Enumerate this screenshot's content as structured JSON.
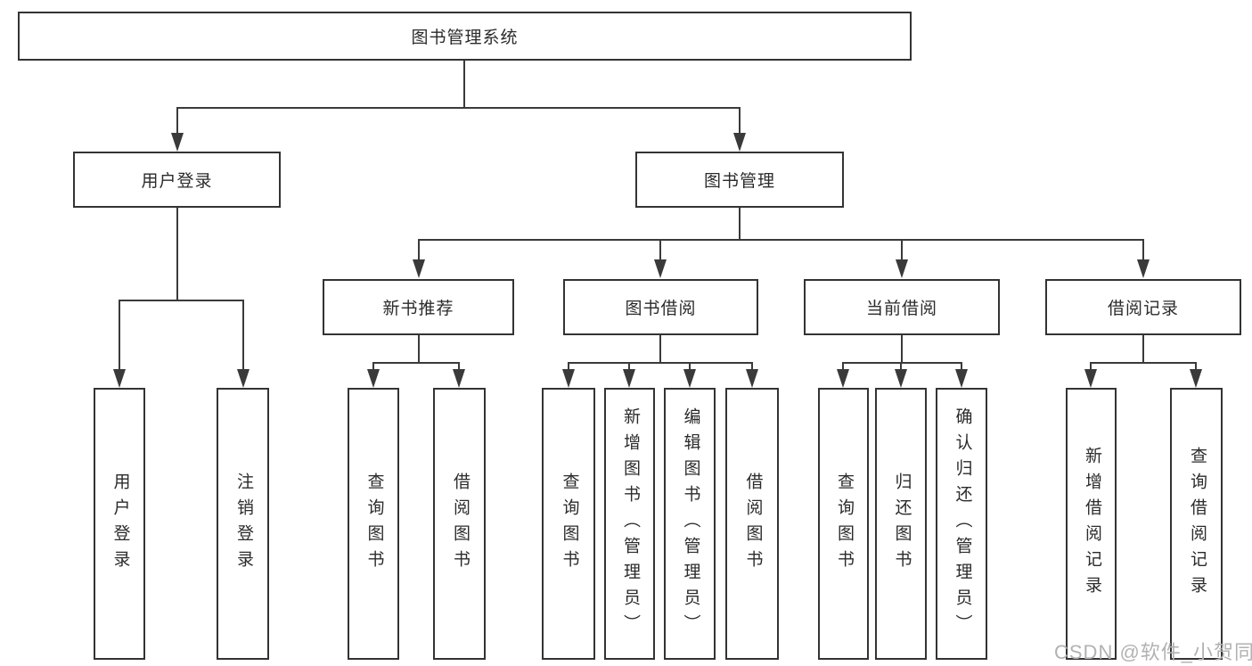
{
  "diagram": {
    "title": "图书管理系统",
    "root": "图书管理系统",
    "branches": {
      "user_login": "用户登录",
      "book_mgmt": "图书管理"
    },
    "modules": {
      "new_book": "新书推荐",
      "book_borrow": "图书借阅",
      "current_borrow": "当前借阅",
      "borrow_record": "借阅记录"
    },
    "leaves": {
      "user_login_1": "用户登录",
      "user_login_2": "注销登录",
      "new_book_1": "查询图书",
      "new_book_2": "借阅图书",
      "book_borrow_1": "查询图书",
      "book_borrow_2": "新增图书（管理员）",
      "book_borrow_3": "编辑图书（管理员）",
      "book_borrow_4": "借阅图书",
      "current_borrow_1": "查询图书",
      "current_borrow_2": "归还图书",
      "current_borrow_3": "确认归还（管理员）",
      "borrow_record_1": "新增借阅记录",
      "borrow_record_2": "查询借阅记录"
    }
  },
  "watermark": "CSDN @软件_小贺同学",
  "colors": {
    "line": "#3a3a3a",
    "box_border": "#333333",
    "box_fill": "#ffffff",
    "text": "#2b2b2b",
    "watermark": "#b2b2b2",
    "background": "#ffffff"
  }
}
